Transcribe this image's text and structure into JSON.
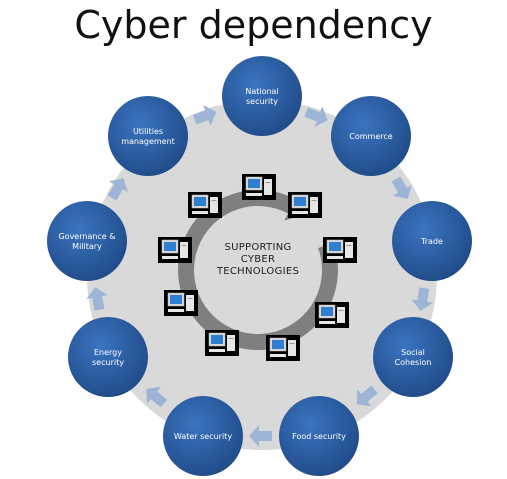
{
  "title": "Cyber dependency",
  "center": {
    "lines": [
      "SUPPORTING",
      "CYBER",
      "TECHNOLOGIES"
    ]
  },
  "nodes": [
    {
      "id": "national-security",
      "lines": [
        "National",
        "security"
      ]
    },
    {
      "id": "commerce",
      "lines": [
        "Commerce"
      ]
    },
    {
      "id": "trade",
      "lines": [
        "Trade"
      ]
    },
    {
      "id": "social-cohesion",
      "lines": [
        "Social",
        "Cohesion"
      ]
    },
    {
      "id": "food-security",
      "lines": [
        "Food security"
      ]
    },
    {
      "id": "water-security",
      "lines": [
        "Water security"
      ]
    },
    {
      "id": "energy-security",
      "lines": [
        "Energy",
        "security"
      ]
    },
    {
      "id": "governance-military",
      "lines": [
        "Governance &",
        "Military"
      ]
    },
    {
      "id": "utilities-management",
      "lines": [
        "Utilities",
        "management"
      ]
    }
  ],
  "colors": {
    "node_fill": "#2f64ad",
    "node_fill_dark": "#1f4a87",
    "ring": "#d9d9d9",
    "arrow": "#9db4d6",
    "swirl": "#7f7f7f",
    "computer_bg": "#000000",
    "monitor_screen": "#2f7fd0"
  },
  "computer_count": 10,
  "icons": {
    "computer": "desktop-computer-icon",
    "arrow": "arrow-right-icon"
  }
}
